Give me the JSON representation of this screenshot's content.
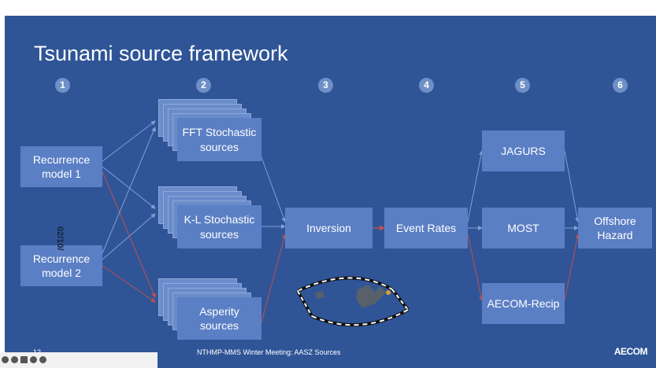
{
  "slide": {
    "title": "Tsunami source framework",
    "steps": [
      "1",
      "2",
      "3",
      "4",
      "5",
      "6"
    ],
    "boxes": {
      "recurrence1": "Recurrence\nmodel 1",
      "recurrence2": "Recurrence\nmodel 2",
      "fft": "FFT Stochastic\nsources",
      "kl": "K-L Stochastic\nsources",
      "asperity": "Asperity\nsources",
      "inversion": "Inversion",
      "event_rates": "Event Rates",
      "jagurs": "JAGURS",
      "most": "MOST",
      "aecom_recip": "AECOM-Recip",
      "offshore": "Offshore\nHazard"
    },
    "date_watermark": "02/10/",
    "footer": {
      "page": "12",
      "text": "NTHMP-MMS Winter Meeting: AASZ Sources",
      "logo": "AECOM"
    }
  },
  "colors": {
    "background": "#2f5597",
    "box": "#5b7fc4",
    "step_circle": "#6f8fc7",
    "arrow_blue": "#7f9fd6",
    "arrow_red": "#c0504d"
  }
}
